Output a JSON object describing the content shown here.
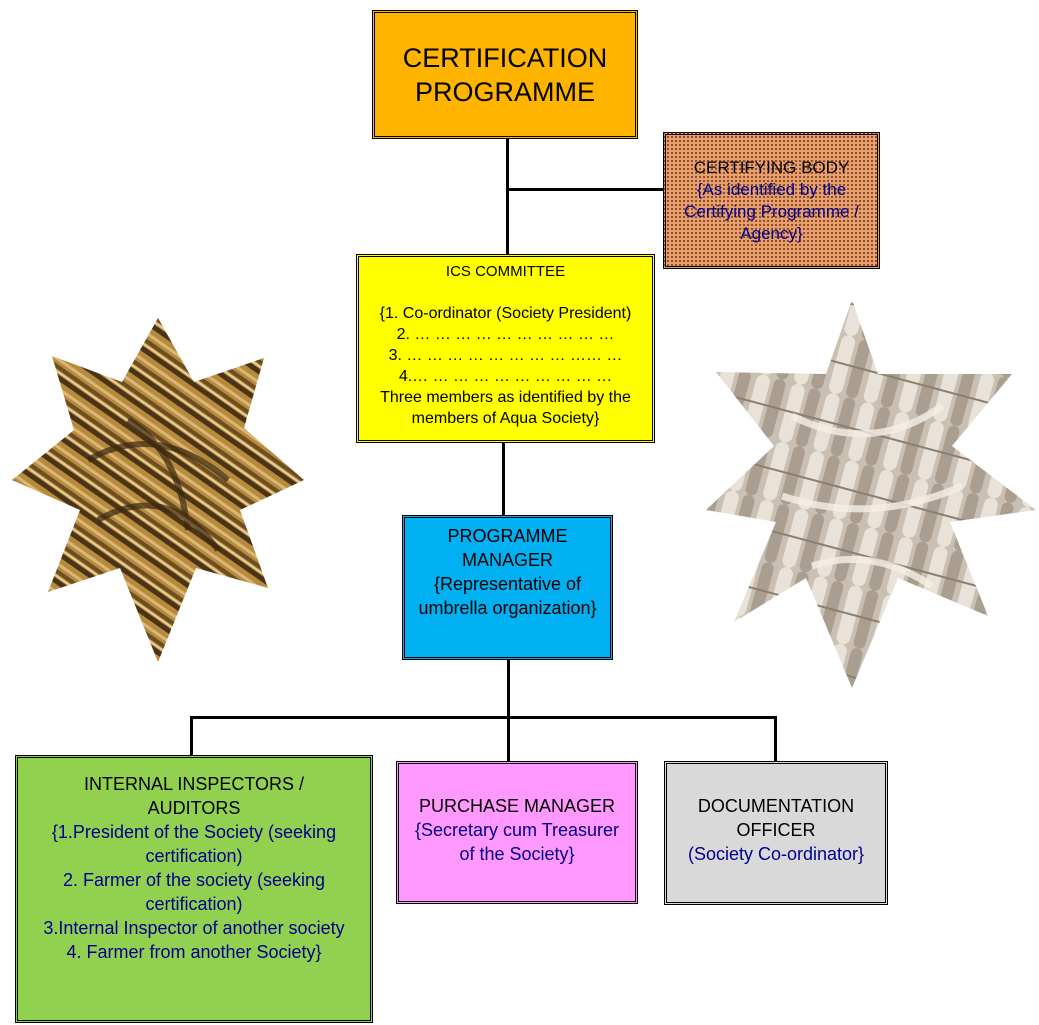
{
  "colors": {
    "certification": "#ffb400",
    "certifying_body": "#e8a070",
    "ics": "#ffff00",
    "programme_manager": "#00b0f0",
    "internal_inspectors": "#92d050",
    "purchase_manager": "#ff99ff",
    "documentation": "#d9d9d9",
    "sub_text": "#00008b"
  },
  "certification_programme": {
    "line1": "CERTIFICATION",
    "line2": "PROGRAMME"
  },
  "certifying_body": {
    "title": "CERTIFYING BODY",
    "lines": [
      "{As identified by the",
      "Certifying Programme /",
      "Agency}"
    ]
  },
  "ics_committee": {
    "title": "ICS COMMITTEE",
    "lines": [
      "{1. Co-ordinator (Society President)",
      "2. … … … … … … … … … …",
      "3. … … … … … … … … …… …",
      "4.… … … … … … … … … …",
      "Three members as identified by the",
      "members of Aqua Society}"
    ]
  },
  "programme_manager": {
    "title1": "PROGRAMME",
    "title2": "MANAGER",
    "lines": [
      "{Representative of",
      "umbrella organization}"
    ]
  },
  "internal_inspectors": {
    "title1": "INTERNAL INSPECTORS /",
    "title2": "AUDITORS",
    "lines": [
      "{1.President of the Society (seeking",
      "certification)",
      "2. Farmer of the society (seeking",
      "certification)",
      "3.Internal Inspector of another society",
      "4. Farmer from another Society}"
    ]
  },
  "purchase_manager": {
    "title": "PURCHASE MANAGER",
    "lines": [
      "{Secretary cum Treasurer",
      "of the Society}"
    ]
  },
  "documentation_officer": {
    "title1": "DOCUMENTATION",
    "title2": "OFFICER",
    "lines": [
      "(Society Co-ordinator}"
    ]
  },
  "images": {
    "left": "tiger-shrimp-star-image",
    "right": "white-shrimp-star-image"
  }
}
